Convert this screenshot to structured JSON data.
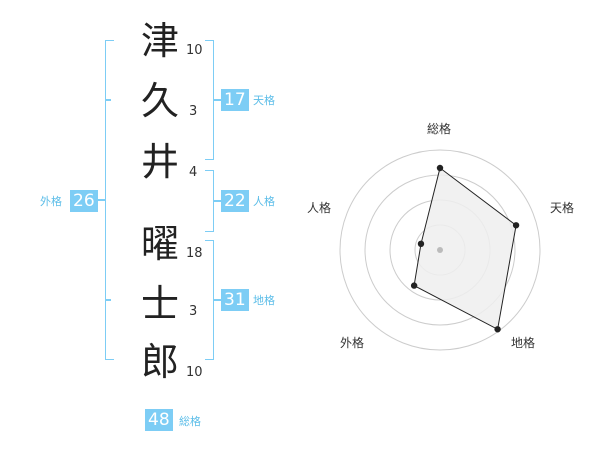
{
  "name": {
    "characters": [
      {
        "char": "津",
        "strokes": "10"
      },
      {
        "char": "久",
        "strokes": "3"
      },
      {
        "char": "井",
        "strokes": "4"
      },
      {
        "char": "曜",
        "strokes": "18"
      },
      {
        "char": "士",
        "strokes": "3"
      },
      {
        "char": "郎",
        "strokes": "10"
      }
    ]
  },
  "fortunes": {
    "tenkaku": {
      "value": "17",
      "label": "天格"
    },
    "jinkaku": {
      "value": "22",
      "label": "人格"
    },
    "chikaku": {
      "value": "31",
      "label": "地格"
    },
    "gaikaku": {
      "value": "26",
      "label": "外格"
    },
    "soukaku": {
      "value": "48",
      "label": "総格"
    }
  },
  "radar": {
    "axes": [
      "総格",
      "天格",
      "地格",
      "外格",
      "人格"
    ],
    "values": [
      0.82,
      0.8,
      0.98,
      0.44,
      0.2
    ],
    "max_value": 1.0
  },
  "colors": {
    "accent": "#7dcdf5",
    "accent_text": "#5bbde8",
    "radar_fill": "#eeeeee",
    "radar_ring": "#cccccc"
  }
}
